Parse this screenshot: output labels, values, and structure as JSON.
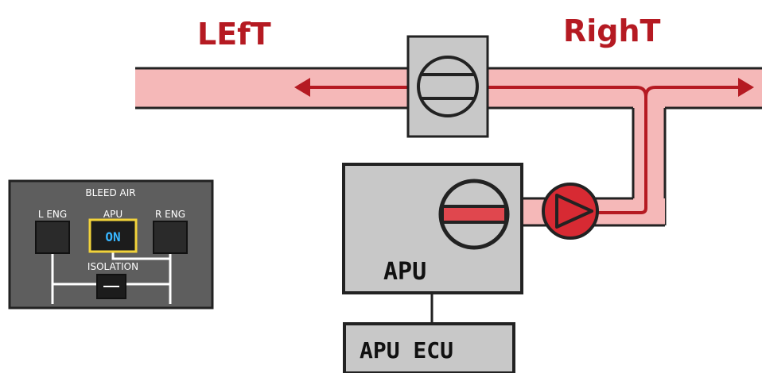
{
  "labels": {
    "left": "LEfT",
    "right": "RighT",
    "apu": "APU",
    "apu_ecu": "APU ECU"
  },
  "panel": {
    "title": "BLEED AIR",
    "l_eng": "L ENG",
    "apu": "APU",
    "r_eng": "R ENG",
    "apu_button": "ON",
    "isolation": "ISOLATION"
  },
  "colors": {
    "duct_fill": "#f5b8b8",
    "duct_arrow": "#b51a22",
    "outline": "#222222",
    "box_fill": "#c8c8c8",
    "panel_fill": "#5e5e5e",
    "apu_button_border": "#f2d33a",
    "apu_button_text": "#38b6ff"
  },
  "icons": {
    "crossbleed_valve": "valve-icon",
    "apu_bleed_valve": "valve-icon",
    "pump": "pump-icon"
  }
}
